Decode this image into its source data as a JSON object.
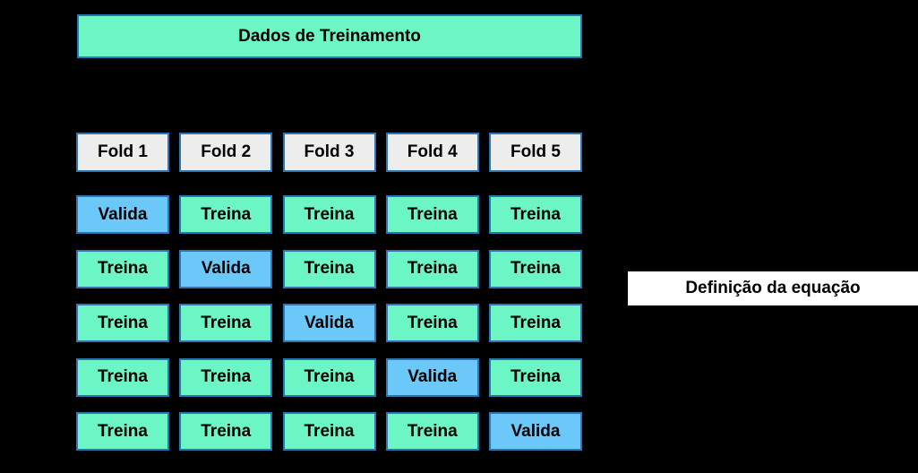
{
  "diagram": {
    "title_box": "Dados de Treinamento",
    "fold_headers": [
      "Fold 1",
      "Fold 2",
      "Fold 3",
      "Fold 4",
      "Fold 5"
    ],
    "labels": {
      "train": "Treina",
      "validate": "Valida"
    },
    "matrix": [
      [
        "Valida",
        "Treina",
        "Treina",
        "Treina",
        "Treina"
      ],
      [
        "Treina",
        "Valida",
        "Treina",
        "Treina",
        "Treina"
      ],
      [
        "Treina",
        "Treina",
        "Valida",
        "Treina",
        "Treina"
      ],
      [
        "Treina",
        "Treina",
        "Treina",
        "Valida",
        "Treina"
      ],
      [
        "Treina",
        "Treina",
        "Treina",
        "Treina",
        "Valida"
      ]
    ],
    "side_label": "Definição da equação",
    "colors": {
      "background": "#000000",
      "train_fill": "#6CF6C6",
      "validate_fill": "#6CC8F8",
      "border": "#2E75B6",
      "header_fill": "#EDEDED",
      "side_label_bg": "#FFFFFF",
      "text": "#000000"
    }
  }
}
